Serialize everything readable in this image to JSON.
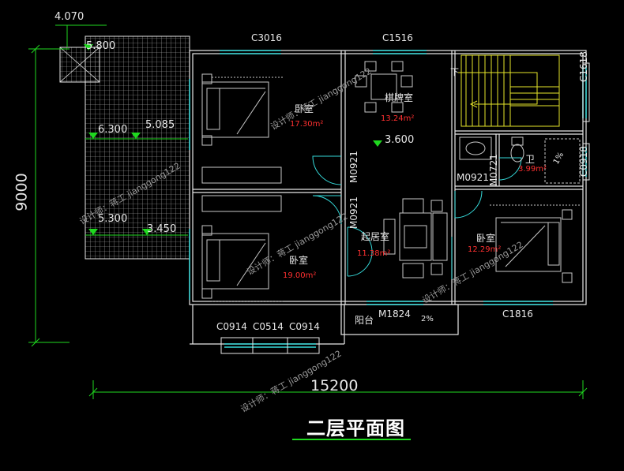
{
  "title": "二层平面图",
  "dimensions": {
    "width_total": "15200",
    "height_total": "9000"
  },
  "elevations": [
    "4.070",
    "5.800",
    "6.300",
    "5.085",
    "5.300",
    "3.450",
    "3.600"
  ],
  "rooms": {
    "bedroom_top": {
      "name": "卧室",
      "area": "17.30m²"
    },
    "bedroom_bottom": {
      "name": "卧室",
      "area": "19.00m²"
    },
    "mahjong": {
      "name": "棋牌室",
      "area": "13.24m²"
    },
    "living": {
      "name": "起居室",
      "area": "11.38m²"
    },
    "bedroom_right": {
      "name": "卧室",
      "area": "12.29m²"
    },
    "bathroom": {
      "name": "卫",
      "area": "3.99m²"
    },
    "balcony": {
      "name": "阳台"
    }
  },
  "labels": {
    "C3016": "C3016",
    "C1516": "C1516",
    "C1618": "C1618",
    "C0918": "C0918",
    "M0921_a": "M0921",
    "M0921_b": "M0921",
    "M0921_c": "M0921",
    "M0721": "M0721",
    "M1824": "M1824",
    "C1816": "C1816",
    "C0914_a": "C0914",
    "C0514": "C0514",
    "C0914_b": "C0914",
    "stair_down": "下",
    "slope_a": "2%",
    "slope_b": "1%"
  },
  "watermark": "设计师：蒋工 jianggong122",
  "colors": {
    "wall": "#e8e8e8",
    "dimension": "#1fd81f",
    "window": "#35d8d8",
    "area_text": "#ff3030",
    "door_arc": "#35d8d8",
    "furniture": "#c8c8c8",
    "stairs": "#e6e62a"
  }
}
